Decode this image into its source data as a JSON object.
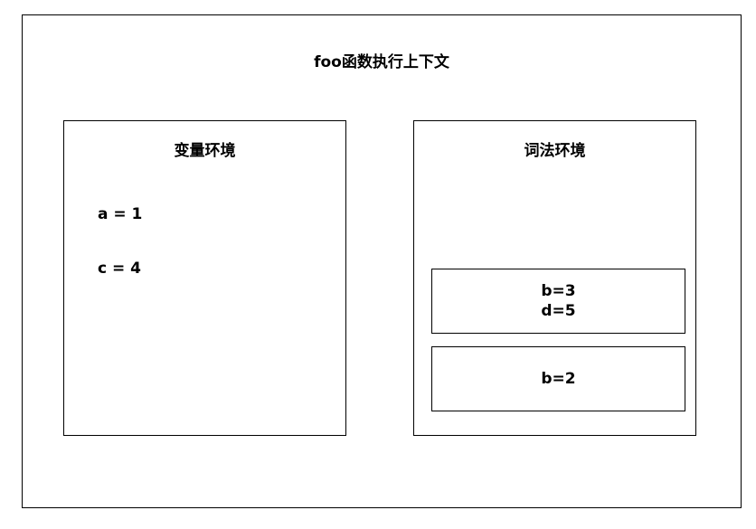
{
  "outer": {
    "title": "foo函数执行上下文"
  },
  "variable_environment": {
    "title": "变量环境",
    "entries": [
      "a = 1",
      "c = 4"
    ]
  },
  "lexical_environment": {
    "title": "词法环境",
    "blocks": [
      {
        "lines": [
          "b=3",
          "d=5"
        ]
      },
      {
        "lines": [
          "b=2"
        ]
      }
    ]
  }
}
